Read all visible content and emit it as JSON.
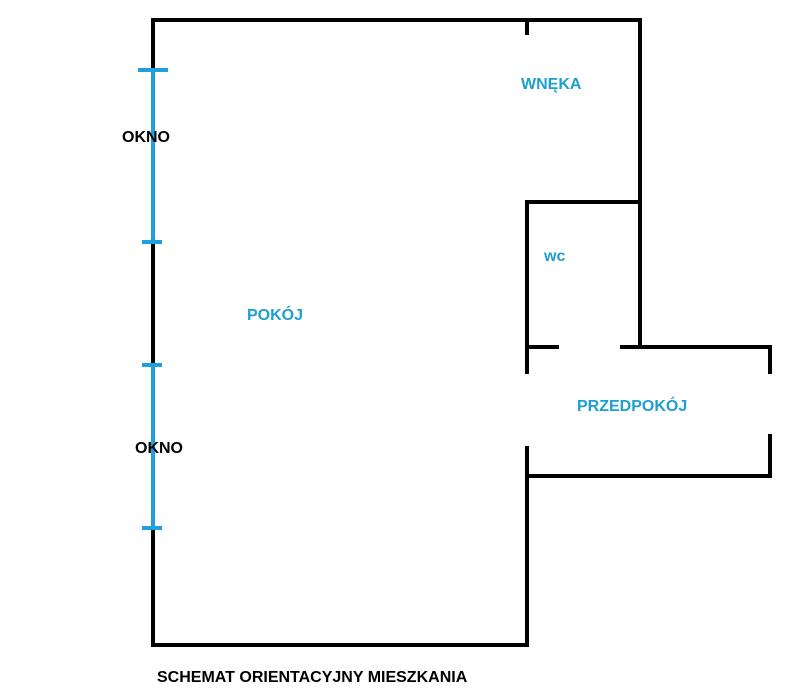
{
  "colors": {
    "wall": "#000000",
    "window": "#1ea0dc",
    "room_label": "#1e9fd0",
    "window_label": "#000000"
  },
  "rooms": {
    "pokoj": "POKÓJ",
    "wneka": "WNĘKA",
    "wc": "wc",
    "przedpokoj": "PRZEDPOKÓJ"
  },
  "windows": {
    "upper_label": "OKNO",
    "lower_label": "OKNO"
  },
  "caption": "SCHEMAT ORIENTACYJNY MIESZKANIA"
}
